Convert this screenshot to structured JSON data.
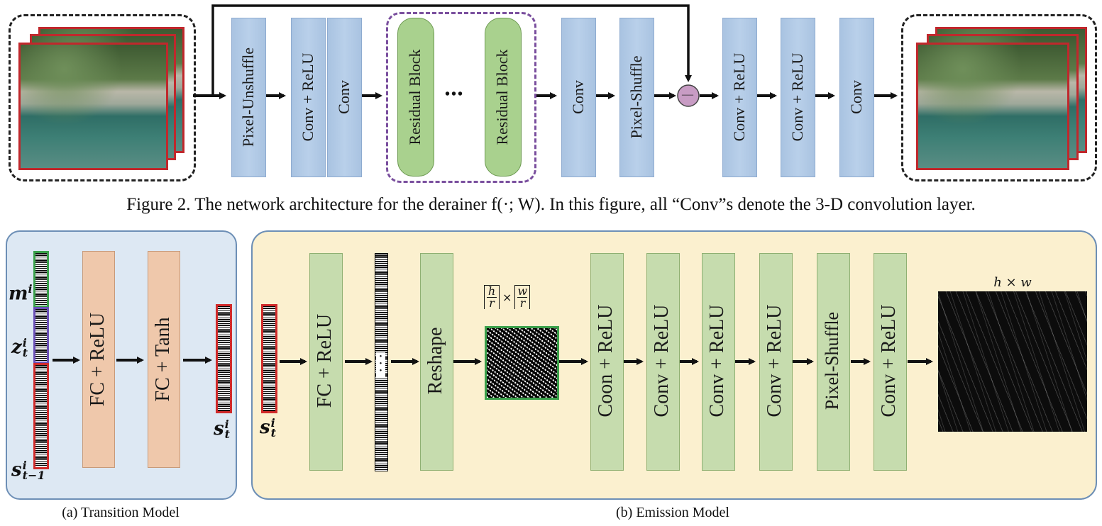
{
  "top": {
    "blocks": {
      "pixel_unshuffle": "Pixel-Unshuffle",
      "conv_relu_1": "Conv + ReLU",
      "conv_1": "Conv",
      "residual_1": "Residual Block",
      "ellipsis": "•••",
      "residual_2": "Residual Block",
      "conv_2": "Conv",
      "pixel_shuffle": "Pixel-Shuffle",
      "minus": "—",
      "conv_relu_2": "Conv + ReLU",
      "conv_relu_3": "Conv + ReLU",
      "conv_3": "Conv"
    },
    "caption": "Figure 2. The network architecture for the derainer f(·; W). In this figure, all “Conv”s denote the 3-D convolution layer."
  },
  "transition": {
    "labels": {
      "m": "m",
      "m_sup": "i",
      "z": "z",
      "z_sup": "i",
      "z_sub": "t",
      "s_prev": "s",
      "s_prev_sup": "i",
      "s_prev_sub": "t−1",
      "s_out": "s",
      "s_out_sup": "i",
      "s_out_sub": "t"
    },
    "fc_relu": "FC + ReLU",
    "fc_tanh": "FC + Tanh",
    "caption": "(a) Transition Model"
  },
  "emission": {
    "input": {
      "s": "s",
      "sup": "i",
      "sub": "t"
    },
    "fc_relu": "FC + ReLU",
    "reshape": "Reshape",
    "dim_label": "⌈h/r⌉ × ⌈w/r⌉",
    "dim_h": "h",
    "dim_r1": "r",
    "dim_times": "×",
    "dim_w": "w",
    "dim_r2": "r",
    "blocks": [
      "Coon + ReLU",
      "Conv + ReLU",
      "Conv + ReLU",
      "Conv + ReLU",
      "Pixel-Shuffle",
      "Conv + ReLU"
    ],
    "output_label": "h × w",
    "caption": "(b) Emission Model"
  },
  "colors": {
    "blue_block": "#b3cae6",
    "green_block": "#c6dcae",
    "peach_block": "#efc8ab",
    "residual_block": "#a9d18e",
    "transition_bg": "#dde8f3",
    "emission_bg": "#fbf0cf",
    "red_frame": "#c0282c",
    "purple_dash": "#7a4f9e",
    "subtract_node": "#c89cc4"
  }
}
